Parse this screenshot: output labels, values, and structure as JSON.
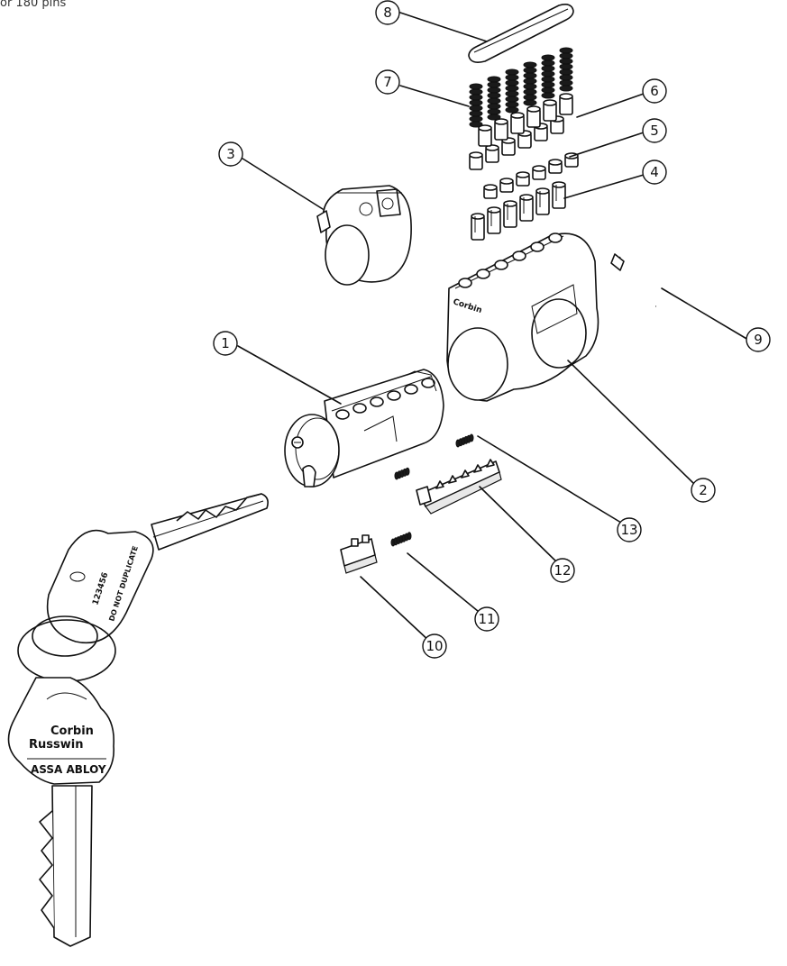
{
  "caption": "or 180 pins",
  "callouts": [
    {
      "id": "1",
      "label": "1"
    },
    {
      "id": "2",
      "label": "2"
    },
    {
      "id": "3",
      "label": "3"
    },
    {
      "id": "4",
      "label": "4"
    },
    {
      "id": "5",
      "label": "5"
    },
    {
      "id": "6",
      "label": "6"
    },
    {
      "id": "7",
      "label": "7"
    },
    {
      "id": "8",
      "label": "8"
    },
    {
      "id": "9",
      "label": "9"
    },
    {
      "id": "10",
      "label": "10"
    },
    {
      "id": "11",
      "label": "11"
    },
    {
      "id": "12",
      "label": "12"
    },
    {
      "id": "13",
      "label": "13"
    }
  ],
  "key_bow": {
    "brand_line1": "Corbin",
    "brand_line2": "Russwin",
    "brand_line3": "ASSA ABLOY"
  },
  "key_upper": {
    "serial": "123456",
    "stamp": "DO NOT DUPLICATE"
  }
}
